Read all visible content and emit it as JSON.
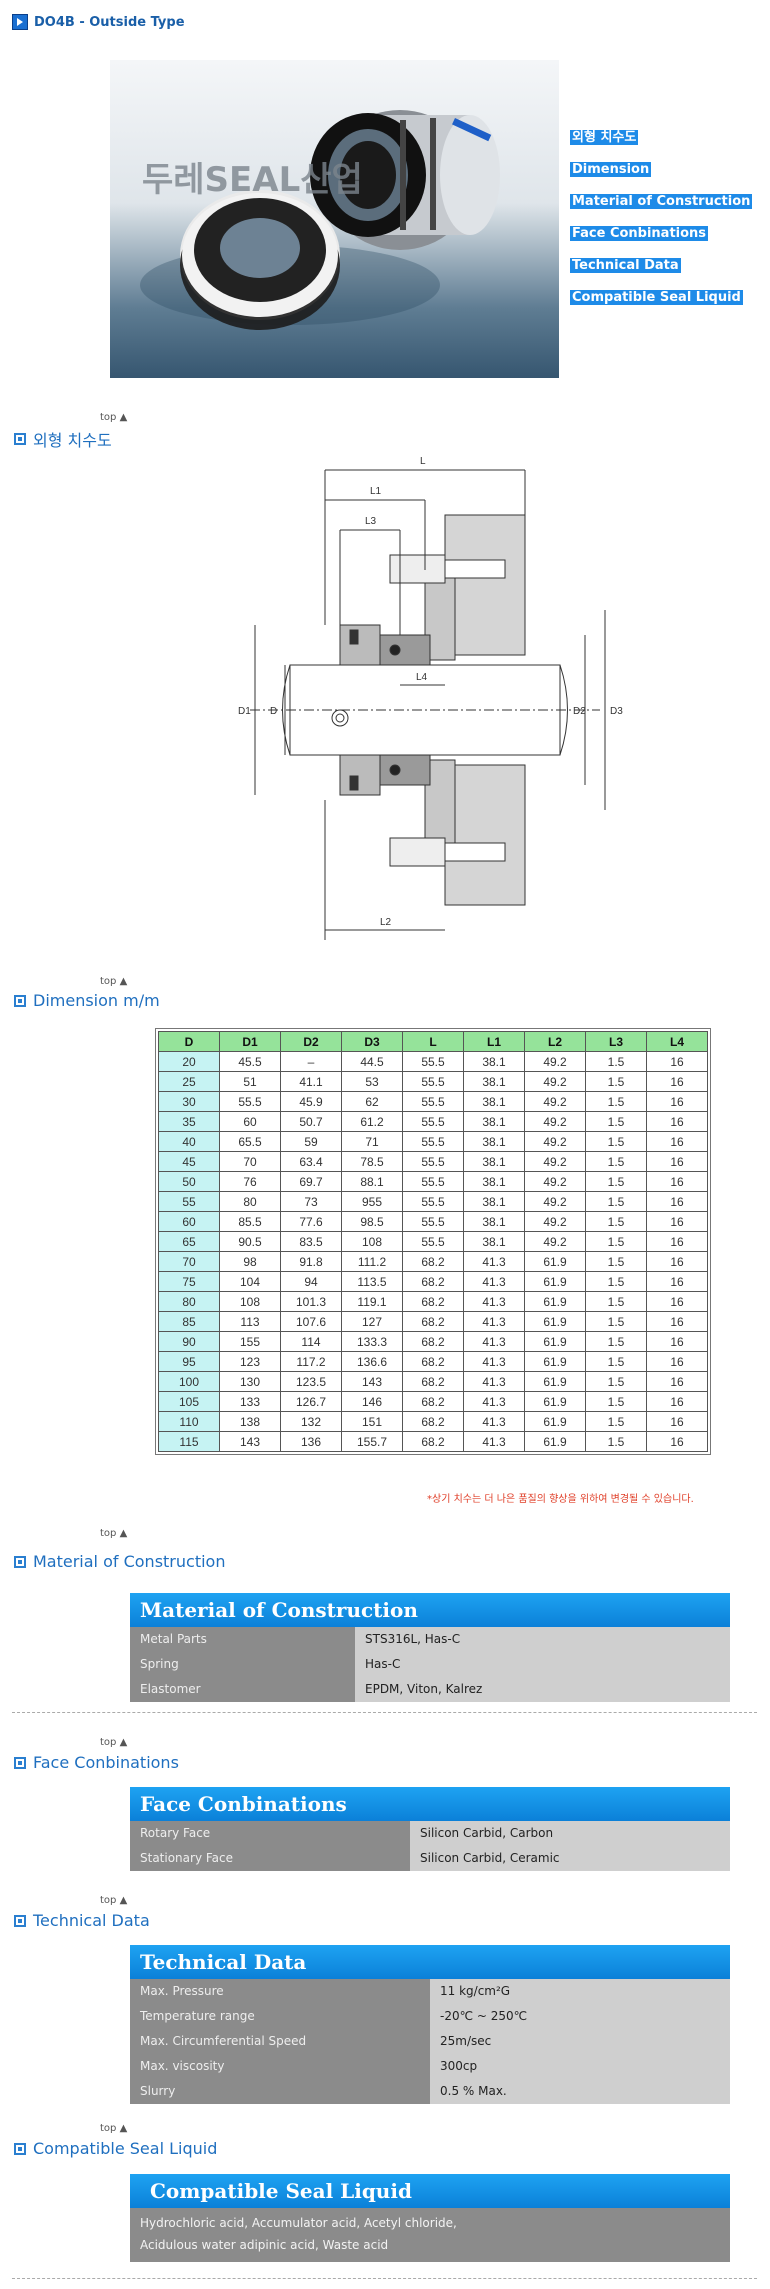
{
  "page": {
    "title": "DO4B - Outside Type"
  },
  "hero": {
    "logo_text": "두레SEAL산업",
    "links": [
      "외형 치수도",
      "Dimension",
      "Material of Construction",
      "Face Conbinations",
      "Technical Data",
      "Compatible Seal Liquid"
    ]
  },
  "top_label": "top ▲",
  "sections": {
    "outline": "외형 치수도",
    "dimension": "Dimension m/m",
    "material": "Material of Construction",
    "face": "Face Conbinations",
    "technical": "Technical Data",
    "liquid": "Compatible Seal Liquid"
  },
  "drawing_labels": {
    "L": "L",
    "L1": "L1",
    "L3": "L3",
    "L4": "L4",
    "L2": "L2",
    "D1": "D1",
    "D": "D",
    "D2": "D2",
    "D3": "D3"
  },
  "dimension_table": {
    "headers": [
      "D",
      "D1",
      "D2",
      "D3",
      "L",
      "L1",
      "L2",
      "L3",
      "L4"
    ],
    "rows": [
      [
        "20",
        "45.5",
        "–",
        "44.5",
        "55.5",
        "38.1",
        "49.2",
        "1.5",
        "16"
      ],
      [
        "25",
        "51",
        "41.1",
        "53",
        "55.5",
        "38.1",
        "49.2",
        "1.5",
        "16"
      ],
      [
        "30",
        "55.5",
        "45.9",
        "62",
        "55.5",
        "38.1",
        "49.2",
        "1.5",
        "16"
      ],
      [
        "35",
        "60",
        "50.7",
        "61.2",
        "55.5",
        "38.1",
        "49.2",
        "1.5",
        "16"
      ],
      [
        "40",
        "65.5",
        "59",
        "71",
        "55.5",
        "38.1",
        "49.2",
        "1.5",
        "16"
      ],
      [
        "45",
        "70",
        "63.4",
        "78.5",
        "55.5",
        "38.1",
        "49.2",
        "1.5",
        "16"
      ],
      [
        "50",
        "76",
        "69.7",
        "88.1",
        "55.5",
        "38.1",
        "49.2",
        "1.5",
        "16"
      ],
      [
        "55",
        "80",
        "73",
        "955",
        "55.5",
        "38.1",
        "49.2",
        "1.5",
        "16"
      ],
      [
        "60",
        "85.5",
        "77.6",
        "98.5",
        "55.5",
        "38.1",
        "49.2",
        "1.5",
        "16"
      ],
      [
        "65",
        "90.5",
        "83.5",
        "108",
        "55.5",
        "38.1",
        "49.2",
        "1.5",
        "16"
      ],
      [
        "70",
        "98",
        "91.8",
        "111.2",
        "68.2",
        "41.3",
        "61.9",
        "1.5",
        "16"
      ],
      [
        "75",
        "104",
        "94",
        "113.5",
        "68.2",
        "41.3",
        "61.9",
        "1.5",
        "16"
      ],
      [
        "80",
        "108",
        "101.3",
        "119.1",
        "68.2",
        "41.3",
        "61.9",
        "1.5",
        "16"
      ],
      [
        "85",
        "113",
        "107.6",
        "127",
        "68.2",
        "41.3",
        "61.9",
        "1.5",
        "16"
      ],
      [
        "90",
        "155",
        "114",
        "133.3",
        "68.2",
        "41.3",
        "61.9",
        "1.5",
        "16"
      ],
      [
        "95",
        "123",
        "117.2",
        "136.6",
        "68.2",
        "41.3",
        "61.9",
        "1.5",
        "16"
      ],
      [
        "100",
        "130",
        "123.5",
        "143",
        "68.2",
        "41.3",
        "61.9",
        "1.5",
        "16"
      ],
      [
        "105",
        "133",
        "126.7",
        "146",
        "68.2",
        "41.3",
        "61.9",
        "1.5",
        "16"
      ],
      [
        "110",
        "138",
        "132",
        "151",
        "68.2",
        "41.3",
        "61.9",
        "1.5",
        "16"
      ],
      [
        "115",
        "143",
        "136",
        "155.7",
        "68.2",
        "41.3",
        "61.9",
        "1.5",
        "16"
      ]
    ],
    "footnote": "*상기 치수는 더 나은 품질의 향상을 위하여 변경될 수 있습니다."
  },
  "material": {
    "title": "Material of Construction",
    "rows": [
      {
        "label": "Metal Parts",
        "value": "STS316L, Has-C"
      },
      {
        "label": "Spring",
        "value": "Has-C"
      },
      {
        "label": "Elastomer",
        "value": "EPDM, Viton, Kalrez"
      }
    ]
  },
  "face": {
    "title": "Face Conbinations",
    "rows": [
      {
        "label": "Rotary Face",
        "value": "Silicon Carbid, Carbon"
      },
      {
        "label": "Stationary Face",
        "value": "Silicon Carbid, Ceramic"
      }
    ]
  },
  "technical": {
    "title": "Technical Data",
    "rows": [
      {
        "label": "Max. Pressure",
        "value": "11 kg/cm²G"
      },
      {
        "label": "Temperature range",
        "value": "-20℃ ~ 250℃"
      },
      {
        "label": "Max. Circumferential Speed",
        "value": "25m/sec"
      },
      {
        "label": "Max. viscosity",
        "value": "300cp"
      },
      {
        "label": "Slurry",
        "value": "0.5 % Max."
      }
    ]
  },
  "liquid": {
    "title": "Compatible Seal Liquid",
    "lines": [
      "Hydrochloric acid, Accumulator acid, Acetyl chloride,",
      "Acidulous water adipinic acid, Waste acid"
    ]
  },
  "colors": {
    "accent": "#1e8be8",
    "table_header": "#95e39a",
    "table_first_col": "#c6f3f3"
  }
}
